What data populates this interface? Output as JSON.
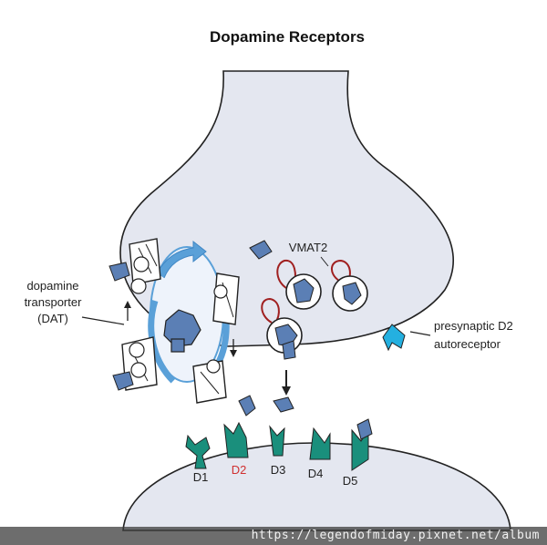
{
  "title": "Dopamine Receptors",
  "labels": {
    "dat_line1": "dopamine",
    "dat_line2": "transporter",
    "dat_line3": "(DAT)",
    "vmat2": "VMAT2",
    "autoreceptor_line1": "presynaptic D2",
    "autoreceptor_line2": "autoreceptor"
  },
  "receptors": [
    {
      "label": "D1",
      "color": "#222222"
    },
    {
      "label": "D2",
      "color": "#d03030"
    },
    {
      "label": "D3",
      "color": "#222222"
    },
    {
      "label": "D4",
      "color": "#222222"
    },
    {
      "label": "D5",
      "color": "#222222"
    }
  ],
  "watermark": "https://legendofmiday.pixnet.net/album",
  "colors": {
    "terminal_fill": "#e4e7f0",
    "receptor_teal": "#1a8f7c",
    "dopamine_blue": "#5b7fb5",
    "arrow_blue": "#5aa0d8",
    "autoreceptor_cyan": "#24b0e0",
    "vesicle_loop_red": "#a02020"
  }
}
